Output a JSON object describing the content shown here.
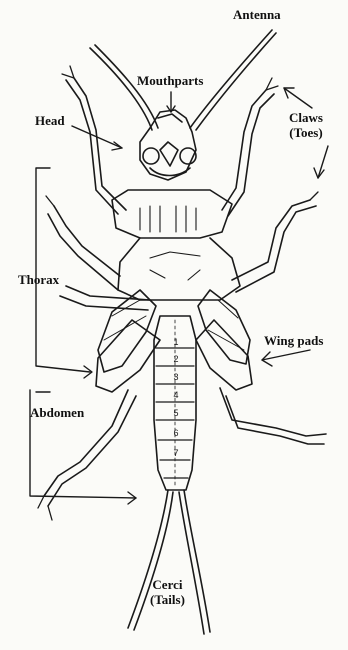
{
  "labels": {
    "antenna": "Antenna",
    "mouthparts": "Mouthparts",
    "head": "Head",
    "claws": [
      "Claws",
      "(Toes)"
    ],
    "thorax": "Thorax",
    "wing_pads": "Wing pads",
    "abdomen": "Abdomen",
    "cerci": [
      "Cerci",
      "(Tails)"
    ]
  },
  "segment_numbers": [
    "1",
    "2",
    "3",
    "4",
    "5",
    "6",
    "7"
  ],
  "colors": {
    "ink": "#1a1a1a",
    "background": "#fbfbf8"
  }
}
